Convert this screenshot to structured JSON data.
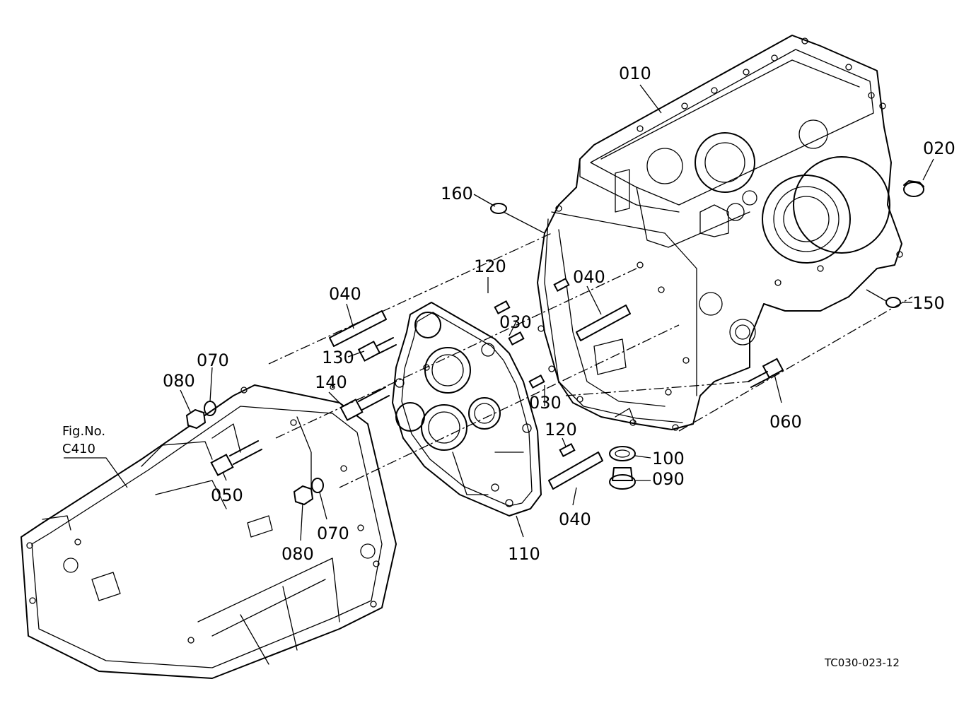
{
  "diagram": {
    "figure_ref_line1": "Fig.No.",
    "figure_ref_line2": "C410",
    "drawing_code": "TC030-023-12",
    "callouts": {
      "p010": "010",
      "p020": "020",
      "p030a": "030",
      "p030b": "030",
      "p040a": "040",
      "p040b": "040",
      "p040c": "040",
      "p050": "050",
      "p060": "060",
      "p070a": "070",
      "p070b": "070",
      "p080a": "080",
      "p080b": "080",
      "p090": "090",
      "p100": "100",
      "p110": "110",
      "p120a": "120",
      "p120b": "120",
      "p130": "130",
      "p140": "140",
      "p150": "150",
      "p160": "160"
    }
  }
}
